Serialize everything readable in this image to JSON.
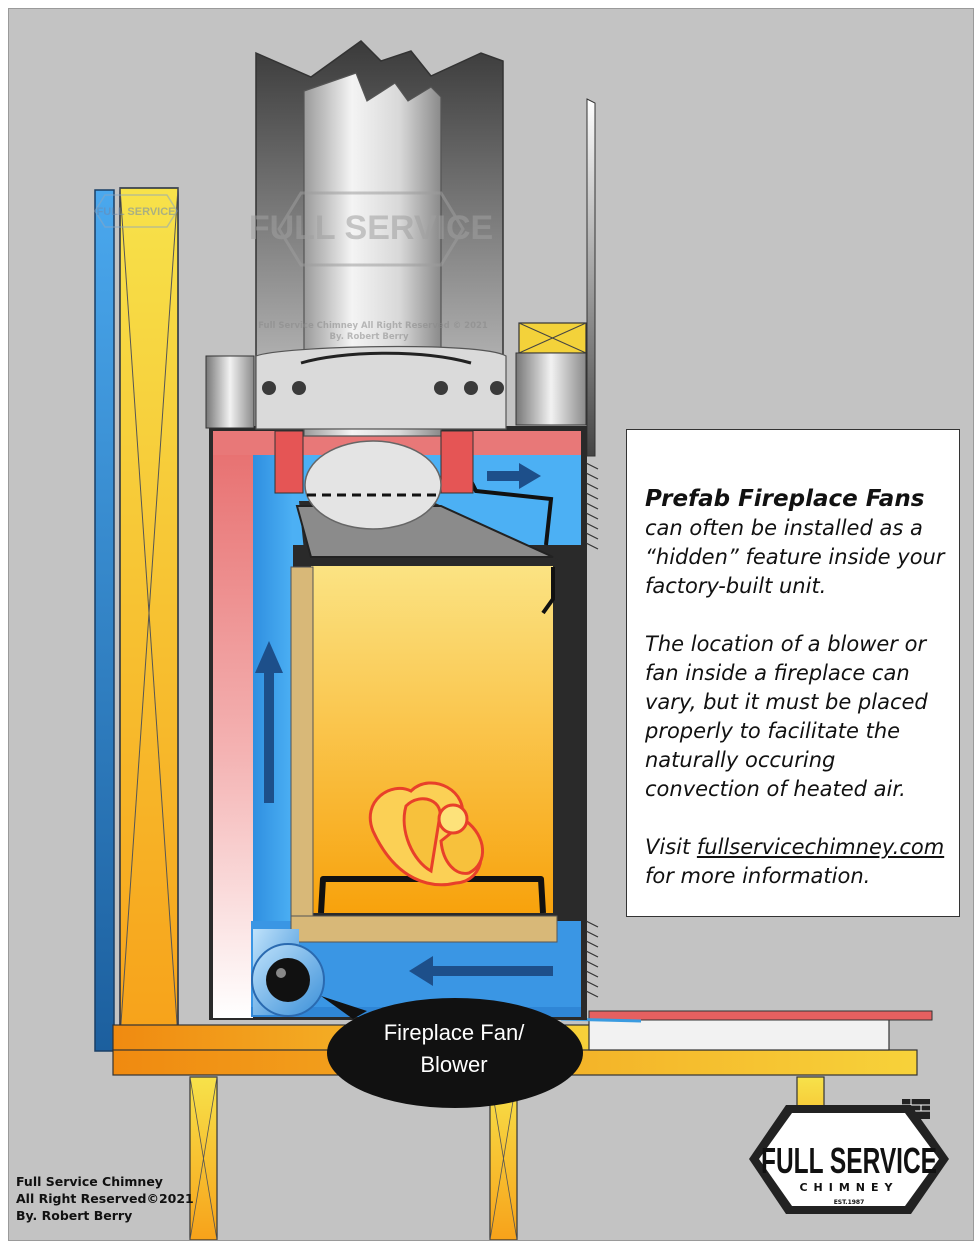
{
  "info": {
    "title": "Prefab Fireplace Fans",
    "para1": "can often be installed as a “hidden” feature inside your factory-built unit.",
    "para2": "The location of a blower or fan inside a fireplace can vary, but it must be placed properly to facilitate the naturally occuring convection of heated air.",
    "visit_prefix": "Visit ",
    "link": "fullservicechimney.com",
    "visit_suffix": "for more information."
  },
  "fan_label": {
    "line1": "Fireplace Fan/",
    "line2": "Blower"
  },
  "copyright": {
    "line1": "Full Service Chimney",
    "line2": "All Right Reserved©2021",
    "line3": "By. Robert Berry"
  },
  "watermark": {
    "line1": "Full Service Chimney  All Right Reserved © 2021",
    "line2": "By. Robert Berry"
  },
  "logo": {
    "name": "FULL SERVICE",
    "sub": "CHIMNEY",
    "est": "EST.1987"
  },
  "colors": {
    "background": "#c3c3c3",
    "cool_air": "#3a9be0",
    "warm_air": "#e88080",
    "fire": "#f5a623",
    "framing": "#f2c12e"
  }
}
